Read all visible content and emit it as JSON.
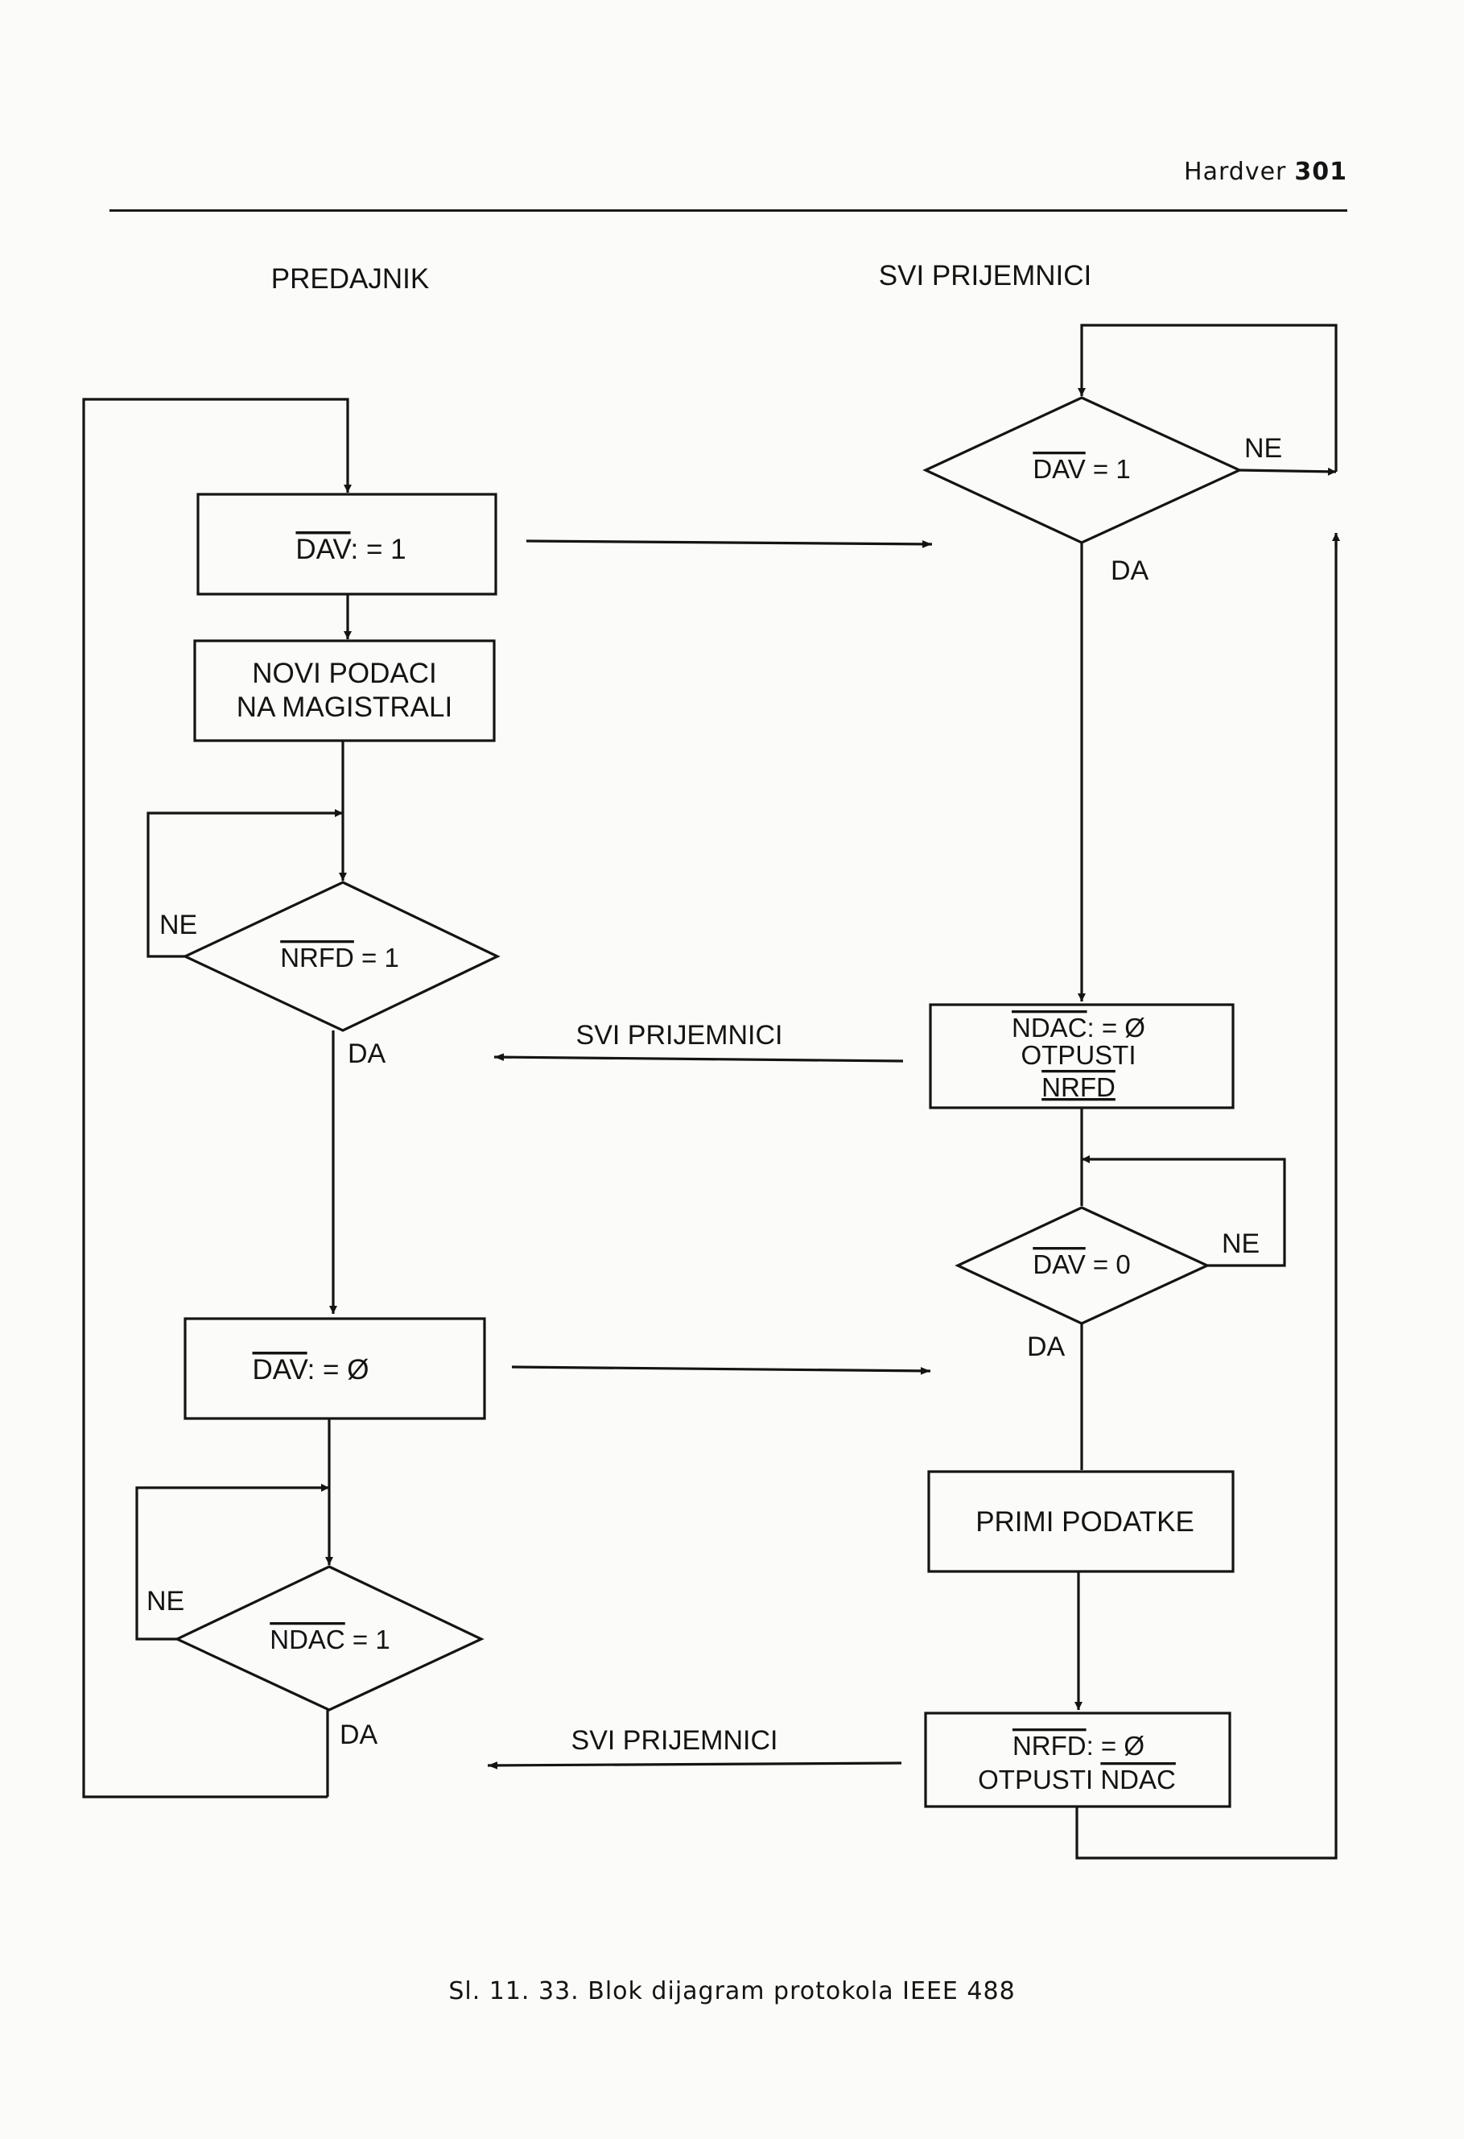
{
  "header": {
    "title": "Hardver",
    "page_number": "301"
  },
  "columns": {
    "left": "PREDAJNIK",
    "right": "SVI PRIJEMNICI"
  },
  "left_flow": {
    "box1": {
      "text": "DAV",
      "suffix": ": = 1"
    },
    "box2": {
      "line1": "NOVI PODACI",
      "line2": "NA MAGISTRALI"
    },
    "dec1": {
      "text": "NRFD",
      "suffix": " = 1",
      "no": "NE",
      "yes": "DA"
    },
    "box3": {
      "text": "DAV",
      "suffix": ": = Ø"
    },
    "dec2": {
      "text": "NDAC",
      "suffix": " = 1",
      "no": "NE",
      "yes": "DA"
    }
  },
  "right_flow": {
    "dec1": {
      "text": "DAV",
      "suffix": " = 1",
      "no": "NE",
      "yes": "DA"
    },
    "box1": {
      "line1_overline": "NDAC",
      "line1_suffix": ": = Ø",
      "line2": "OTPUSTI",
      "line3_overline": "NRFD"
    },
    "dec2": {
      "text": "DAV",
      "suffix": " = 0",
      "no": "NE",
      "yes": "DA"
    },
    "box2": {
      "text": "PRIMI PODATKE"
    },
    "box3": {
      "line1_overline": "NRFD",
      "line1_suffix": ": = Ø",
      "line2_prefix": "OTPUSTI ",
      "line2_overline": "NDAC"
    }
  },
  "signals": {
    "upper": "SVI PRIJEMNICI",
    "lower": "SVI PRIJEMNICI"
  },
  "caption": "Sl. 11. 33. Blok dijagram protokola IEEE 488"
}
